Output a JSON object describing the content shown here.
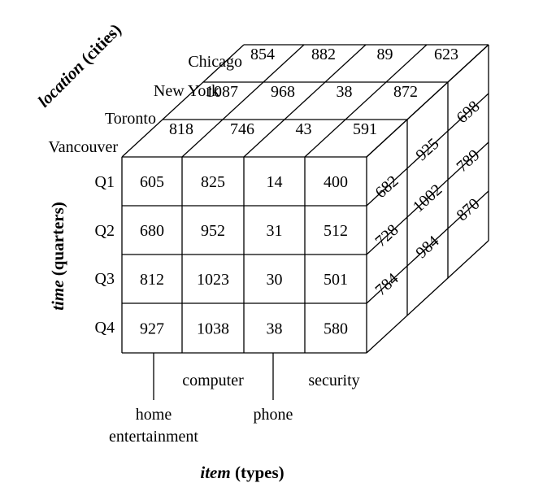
{
  "axes": {
    "location": {
      "italic": "location",
      "bold": " (cities)"
    },
    "time": {
      "italic": "time",
      "bold": " (quarters)"
    },
    "item": {
      "italic": "item",
      "bold": " (types)"
    }
  },
  "cities": [
    "Chicago",
    "New York",
    "Toronto",
    "Vancouver"
  ],
  "quarters": [
    "Q1",
    "Q2",
    "Q3",
    "Q4"
  ],
  "items": [
    "home entertainment",
    "computer",
    "phone",
    "security"
  ],
  "item_label_lines": {
    "home_line1": "home",
    "home_line2": "entertainment",
    "computer": "computer",
    "phone": "phone",
    "security": "security"
  },
  "front_face": {
    "city": "Vancouver",
    "rows": [
      [
        "605",
        "825",
        "14",
        "400"
      ],
      [
        "680",
        "952",
        "31",
        "512"
      ],
      [
        "812",
        "1023",
        "30",
        "501"
      ],
      [
        "927",
        "1038",
        "38",
        "580"
      ]
    ]
  },
  "top_face": {
    "Chicago": [
      "854",
      "882",
      "89",
      "623"
    ],
    "New York": [
      "1087",
      "968",
      "38",
      "872"
    ],
    "Toronto": [
      "818",
      "746",
      "43",
      "591"
    ]
  },
  "side_face": {
    "Toronto": [
      "682",
      "728",
      "784"
    ],
    "New York": [
      "925",
      "1002",
      "984"
    ],
    "Chicago": [
      "698",
      "789",
      "870"
    ]
  }
}
